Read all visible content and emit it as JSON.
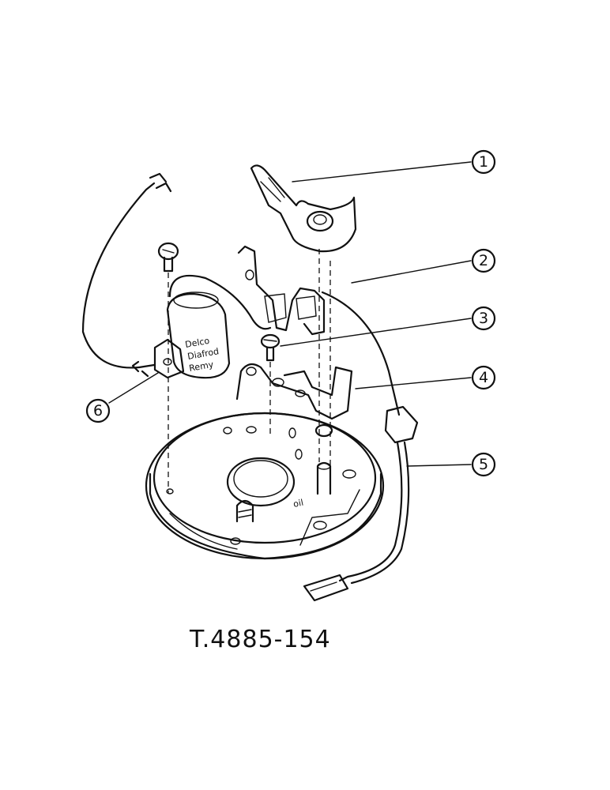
{
  "figure_id": "T.4885-154",
  "callouts": [
    {
      "number": "1"
    },
    {
      "number": "2"
    },
    {
      "number": "3"
    },
    {
      "number": "4"
    },
    {
      "number": "5"
    },
    {
      "number": "6"
    }
  ],
  "condenser_marking": [
    "Delco",
    "Diafrod",
    "Remy"
  ],
  "plate_marking": "oil"
}
